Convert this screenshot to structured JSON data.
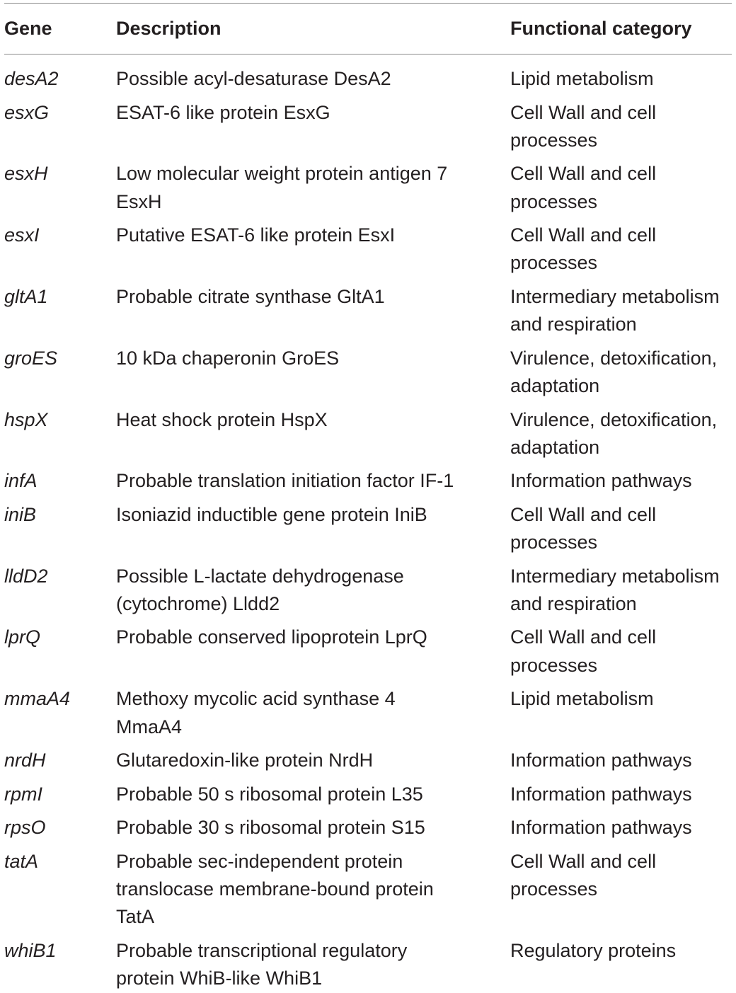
{
  "table": {
    "headers": {
      "gene": "Gene",
      "description": "Description",
      "category": "Functional category"
    },
    "rows": [
      {
        "gene": "desA2",
        "description": [
          "Possible acyl-desaturase DesA2"
        ],
        "category": [
          "Lipid metabolism"
        ]
      },
      {
        "gene": "esxG",
        "description": [
          "ESAT-6 like protein EsxG"
        ],
        "category": [
          "Cell Wall and cell",
          "processes"
        ]
      },
      {
        "gene": "esxH",
        "description": [
          "Low molecular weight protein antigen 7",
          "EsxH"
        ],
        "category": [
          "Cell Wall and cell",
          "processes"
        ]
      },
      {
        "gene": "esxI",
        "description": [
          "Putative ESAT-6 like protein EsxI"
        ],
        "category": [
          "Cell Wall and cell",
          "processes"
        ]
      },
      {
        "gene": "gltA1",
        "description": [
          "Probable citrate synthase GltA1"
        ],
        "category": [
          "Intermediary metabolism",
          "and respiration"
        ]
      },
      {
        "gene": "groES",
        "description": [
          "10 kDa chaperonin GroES"
        ],
        "category": [
          "Virulence, detoxification,",
          "adaptation"
        ]
      },
      {
        "gene": "hspX",
        "description": [
          "Heat shock protein HspX"
        ],
        "category": [
          "Virulence, detoxification,",
          "adaptation"
        ]
      },
      {
        "gene": "infA",
        "description": [
          "Probable translation initiation factor IF-1"
        ],
        "category": [
          "Information pathways"
        ]
      },
      {
        "gene": "iniB",
        "description": [
          "Isoniazid inductible gene protein IniB"
        ],
        "category": [
          "Cell Wall and cell",
          "processes"
        ]
      },
      {
        "gene": "lldD2",
        "description": [
          "Possible L-lactate dehydrogenase",
          "(cytochrome) Lldd2"
        ],
        "category": [
          "Intermediary metabolism",
          "and respiration"
        ]
      },
      {
        "gene": "lprQ",
        "description": [
          "Probable conserved lipoprotein LprQ"
        ],
        "category": [
          "Cell Wall and cell",
          "processes"
        ]
      },
      {
        "gene": "mmaA4",
        "description": [
          "Methoxy mycolic acid synthase 4",
          "MmaA4"
        ],
        "category": [
          "Lipid metabolism"
        ]
      },
      {
        "gene": "nrdH",
        "description": [
          "Glutaredoxin-like protein NrdH"
        ],
        "category": [
          "Information pathways"
        ]
      },
      {
        "gene": "rpmI",
        "description": [
          "Probable 50 s ribosomal protein L35"
        ],
        "category": [
          "Information pathways"
        ]
      },
      {
        "gene": "rpsO",
        "description": [
          "Probable 30 s ribosomal protein S15"
        ],
        "category": [
          "Information pathways"
        ]
      },
      {
        "gene": "tatA",
        "description": [
          "Probable sec-independent protein",
          "translocase membrane-bound protein",
          "TatA"
        ],
        "category": [
          "Cell Wall and cell",
          "processes"
        ]
      },
      {
        "gene": "whiB1",
        "description": [
          "Probable transcriptional regulatory",
          "protein WhiB-like WhiB1"
        ],
        "category": [
          "Regulatory proteins"
        ]
      }
    ]
  }
}
